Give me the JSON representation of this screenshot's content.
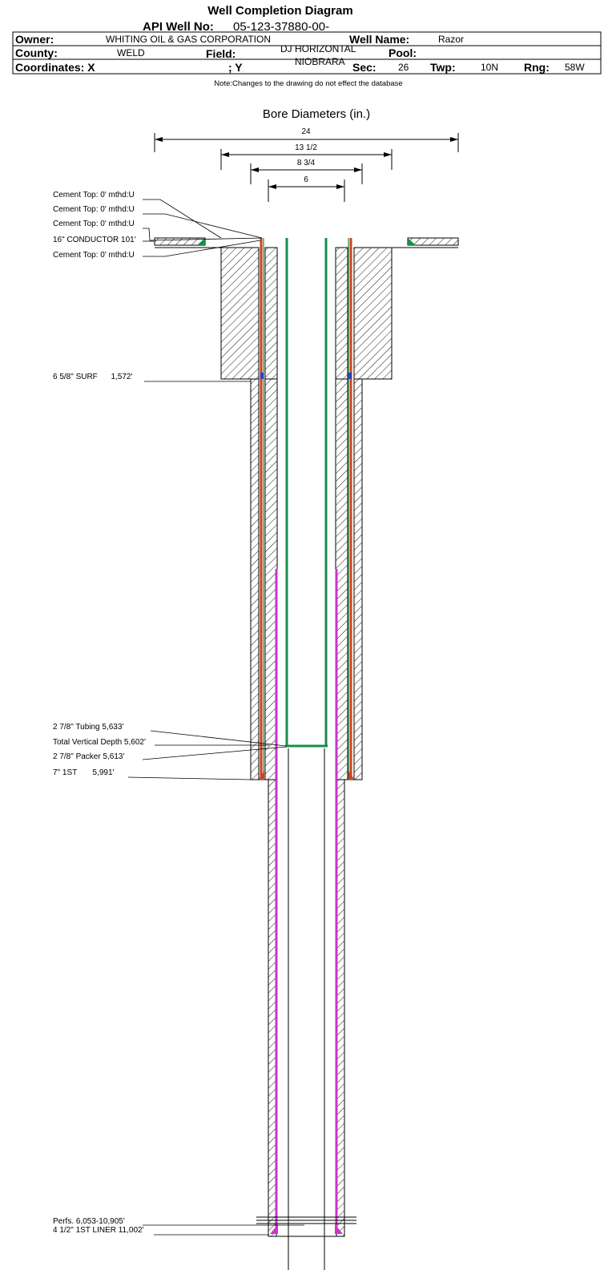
{
  "header": {
    "title": "Well Completion Diagram",
    "api_label": "API Well No:",
    "api_value": "05-123-37880-00-",
    "owner_label": "Owner:",
    "owner_value": "WHITING OIL & GAS CORPORATION",
    "well_name_label": "Well Name:",
    "well_name_value": "Razor",
    "county_label": "County:",
    "county_value": "WELD",
    "field_label": "Field:",
    "field_value_1": "DJ HORIZONTAL",
    "field_value_2": "NIOBRARA",
    "pool_label": "Pool:",
    "coords_label": "Coordinates: X",
    "coords_y": "; Y",
    "sec_label": "Sec:",
    "sec_value": "26",
    "twp_label": "Twp:",
    "twp_value": "10N",
    "rng_label": "Rng:",
    "rng_value": "58W",
    "note": "Note:Changes to the drawing do not effect the database"
  },
  "diameters": {
    "title": "Bore Diameters (in.)",
    "d24": "24",
    "d13": "13 1/2",
    "d8": "8 3/4",
    "d6": "6"
  },
  "labels": {
    "cement1": "Cement Top: 0' mthd:U",
    "cement2": "Cement Top: 0' mthd:U",
    "cement3": "Cement Top: 0' mthd:U",
    "conductor": "16\" CONDUCTOR  101'",
    "cement4": "Cement Top: 0' mthd:U",
    "surf": "6 5/8\" SURF      1,572'",
    "tubing": "2 7/8\" Tubing 5,633'",
    "tvd": "Total Vertical Depth 5,602'",
    "packer": "2 7/8\" Packer 5,613'",
    "first": "7\" 1ST       5,991'",
    "perfs": "Perfs. 6,053-10,905'",
    "liner": "4 1/2\" 1ST LINER  11,002'"
  },
  "colors": {
    "tubing": "#1a8c4a",
    "casing": "#d2401c",
    "liner": "#cc33cc",
    "seal": "#2a3fd0",
    "line": "#000000"
  }
}
